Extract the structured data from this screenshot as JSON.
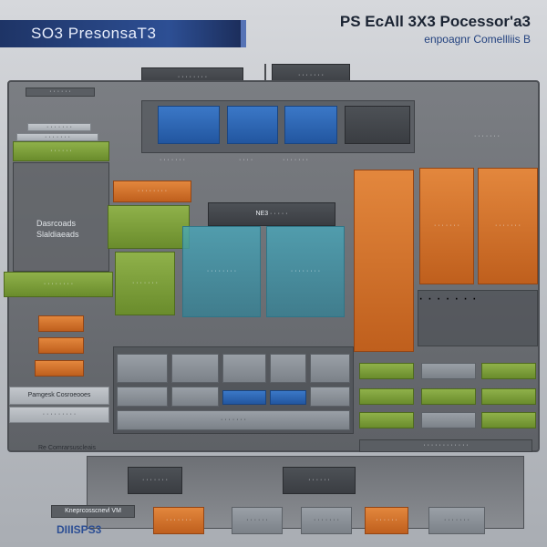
{
  "header": {
    "banner_text": "SO3 PresonsaT3",
    "brand_title": "PS EcAll 3X3 Pocessor'a3",
    "brand_subtitle": "enpoagnr Comellliis B"
  },
  "top_section": {
    "top_box_1": "· · · · · · · ·",
    "top_box_2": "· · · · · · ·",
    "row_label_a": "· · · · · · ·",
    "row_label_b": "· · · ·",
    "row_label_c": "· · · · · · ·",
    "right_tag": "· · · · · · ·"
  },
  "left_column": {
    "label_top": "· · · · · ·",
    "label_2": "· · · · · · ·",
    "label_3": "· · · · · · ·",
    "green_bar": "· · · · · ·",
    "big_text_1": "Dasrcoads",
    "big_text_2": "Slaldiaeads",
    "green_wide": "· · · · · · · ·",
    "bottom_bar_1": "Pamgesk Cosroeooes",
    "bottom_bar_2": "· · · · · · · · ·",
    "footer_text": "Re   Comrarsuscleais",
    "legend_caption": "Kneprcosscnevl VM",
    "legend_logo": "DIIISPS3"
  },
  "center": {
    "orange_block": "· · · · · · · ·",
    "center_title": "NE3 · · · · ·",
    "teal_block_1": "· · · · · · · ·",
    "teal_block_2": "· · · · · · · ·",
    "green_stack": "· · · · · · ·"
  },
  "bottom_section": {
    "panel_label": "· · · · · · ·",
    "footer_bar": "· · · · · · · · · · · ·"
  },
  "lower_panel": {
    "box_1": "· · · · · · ·",
    "box_2": "· · · · · ·",
    "box_3": "· · · · · · ·",
    "box_4": "· · · · · ·",
    "box_5": "· · · · · · ·",
    "box_6": "· · · · · ·",
    "box_7": "· · · · · · ·"
  },
  "right_section": {
    "header_tag": "· · · · · · ·",
    "header_tag_2": "· · · · · · ·",
    "panel_label": "· · · · · · ·"
  },
  "colors": {
    "banner_blue": "#1e3466",
    "accent_orange": "#d2732a",
    "accent_green": "#7da13b",
    "accent_blue": "#2d66b4",
    "board_grey": "#6e7176"
  }
}
